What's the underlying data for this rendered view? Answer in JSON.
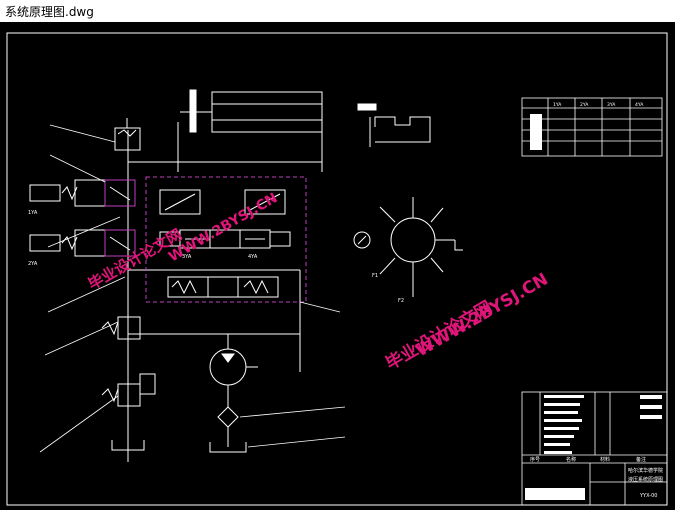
{
  "window": {
    "title": "系统原理图.dwg"
  },
  "watermark": {
    "site": "WWW.2BYSJ.CN",
    "brand": "毕业设计论文网",
    "color": "#e0157a"
  },
  "drawing": {
    "labels": {
      "v1_left": "1YA",
      "v2_left": "2YA",
      "v3_a": "3YA",
      "v3_b": "4YA",
      "motor_a": "F1",
      "motor_b": "F2"
    },
    "table_top": {
      "headers": [
        "1YA",
        "2YA",
        "3YA",
        "4YA"
      ]
    },
    "title_block": {
      "school": "哈尔滨华德学院",
      "drawing_name": "液压系统原理图",
      "code": "YYX-00",
      "labels": [
        "序号",
        "名称",
        "材料",
        "备注"
      ]
    }
  },
  "colors": {
    "line": "#ffffff",
    "dashed_box": "#c040c0",
    "valve_fill": "#ffffff"
  }
}
